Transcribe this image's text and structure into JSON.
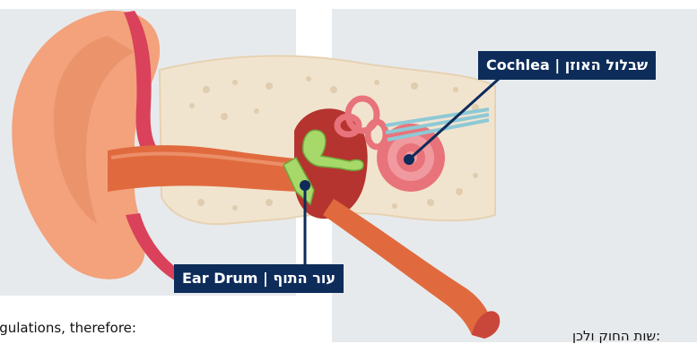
{
  "labels": {
    "cochlea": "Cochlea | שבלול האוזן",
    "eardrum": "Ear Drum | עור התוף"
  },
  "footer": {
    "left_text": "egulations, therefore:",
    "right_text": "שות החוק ולכן:"
  },
  "colors": {
    "panel_background": "#e7eaed",
    "label_background": "#0d2c5a",
    "label_text": "#ffffff",
    "pointer_line": "#0d2c5a",
    "outer_ear": "#f3a27c",
    "ear_canal": "#e06a3e",
    "bone": "#f1e4cf",
    "cochlea": "#e8737a",
    "nerve": "#8ec9d6",
    "eardrum": "#a7d86a"
  }
}
